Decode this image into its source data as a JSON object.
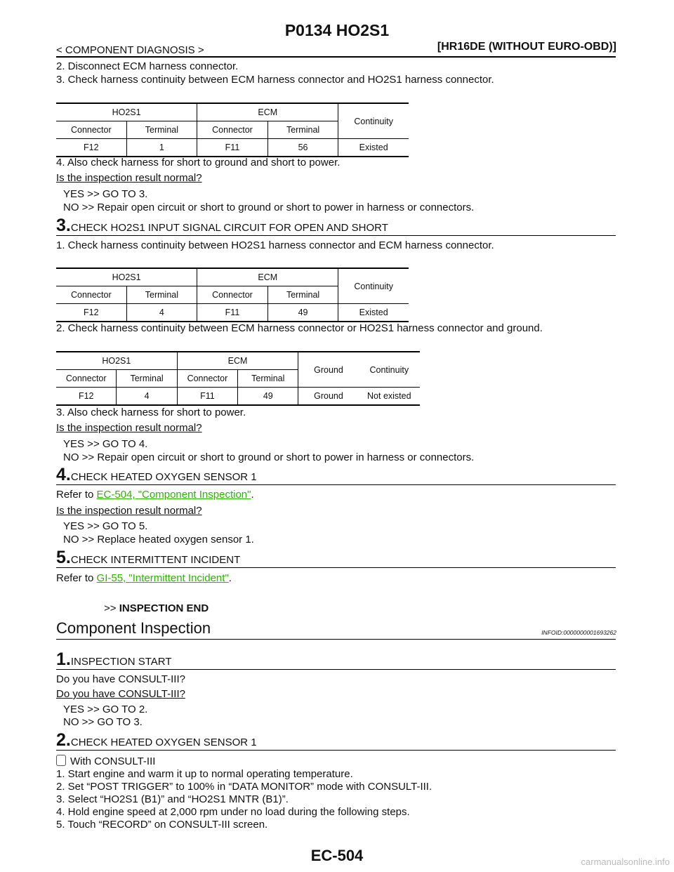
{
  "header": {
    "title": "P0134 HO2S1",
    "left": "< COMPONENT DIAGNOSIS >",
    "right": "[HR16DE (WITHOUT EURO-OBD)]"
  },
  "lines": {
    "l1": "2.   Disconnect ECM harness connector.",
    "l2": "3.   Check harness continuity between ECM harness connector and HO2S1 harness connector.",
    "l3": "4.   Also check harness for short to ground and short to power.",
    "q1": "Is the inspection result normal?",
    "yes1": "YES      >> GO TO 3.",
    "no1": "NO        >> Repair open circuit or short to ground or short to power in harness or connectors.",
    "s3_1": "1.   Check harness continuity between HO2S1 harness connector and ECM harness connector.",
    "s3_2": "2.   Check harness continuity between ECM harness connector or HO2S1 harness connector and ground.",
    "s3_3": "3.   Also check harness for short to power.",
    "q2": "Is the inspection result normal?",
    "yes2": "YES      >> GO TO 4.",
    "no2": "NO        >> Repair open circuit or short to ground or short to power in harness or connectors.",
    "refer4_pre": "Refer to ",
    "refer4_link": "EC-504, \"Component Inspection\"",
    "refer4_post": ".",
    "q3": "Is the inspection result normal?",
    "yes3": "YES      >> GO TO 5.",
    "no3": "NO        >> Replace heated oxygen sensor 1.",
    "refer5_pre": "Refer to ",
    "refer5_link": "GI-55, \"Intermittent Incident\"",
    "refer5_post": ".",
    "end_arrow": ">>",
    "end_text": "INSPECTION END"
  },
  "steps": {
    "s3": {
      "num": "3.",
      "text": "CHECK HO2S1 INPUT SIGNAL CIRCUIT FOR OPEN AND SHORT"
    },
    "s4": {
      "num": "4.",
      "text": "CHECK HEATED OXYGEN SENSOR 1"
    },
    "s5": {
      "num": "5.",
      "text": "CHECK INTERMITTENT INCIDENT"
    },
    "c1": {
      "num": "1.",
      "text": "INSPECTION START"
    },
    "c2": {
      "num": "2.",
      "text": "CHECK HEATED OXYGEN SENSOR 1"
    }
  },
  "table1": {
    "h1": [
      "HO2S1",
      "ECM",
      "Continuity"
    ],
    "h2": [
      "Connector",
      "Terminal",
      "Connector",
      "Terminal"
    ],
    "row": [
      "F12",
      "1",
      "F11",
      "56",
      "Existed"
    ]
  },
  "table2": {
    "h1": [
      "HO2S1",
      "ECM",
      "Continuity"
    ],
    "h2": [
      "Connector",
      "Terminal",
      "Connector",
      "Terminal"
    ],
    "row": [
      "F12",
      "4",
      "F11",
      "49",
      "Existed"
    ]
  },
  "table3": {
    "h1": [
      "HO2S1",
      "ECM",
      "Ground",
      "Continuity"
    ],
    "h2": [
      "Connector",
      "Terminal",
      "Connector",
      "Terminal"
    ],
    "row": [
      "F12",
      "4",
      "F11",
      "49",
      "Ground",
      "Not existed"
    ]
  },
  "component": {
    "heading": "Component Inspection",
    "infoid": "INFOID:0000000001693262",
    "q_plain": "Do you have CONSULT-III?",
    "q_und": "Do you have CONSULT-III?",
    "yes": "YES      >> GO TO 2.",
    "no": "NO        >> GO TO 3.",
    "with": "With CONSULT-III",
    "p1": "1.   Start engine and warm it up to normal operating temperature.",
    "p2": "2.   Set “POST TRIGGER” to 100% in “DATA MONITOR” mode with CONSULT-III.",
    "p3": "3.   Select “HO2S1 (B1)” and “HO2S1 MNTR (B1)”.",
    "p4": "4.   Hold engine speed at 2,000 rpm under no load during the following steps.",
    "p5": "5.   Touch “RECORD” on CONSULT-III screen."
  },
  "footer": {
    "page": "EC-504",
    "watermark": "carmanualsonline.info"
  }
}
